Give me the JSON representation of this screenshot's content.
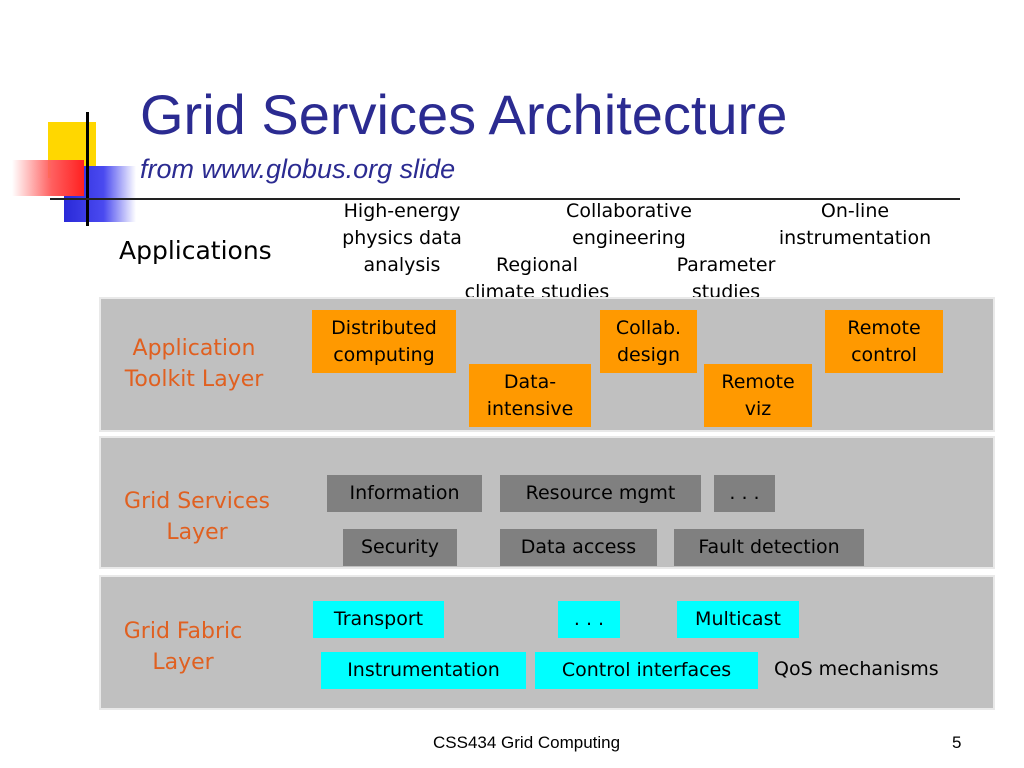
{
  "slide": {
    "title": "Grid Services Architecture",
    "subtitle": "from www.globus.org slide",
    "footer": "CSS434 Grid Computing",
    "page_number": "5"
  },
  "applications": {
    "label": "Applications",
    "items": [
      "High-energy\nphysics data\nanalysis",
      "Collaborative\nengineering",
      "On-line\ninstrumentation",
      "Regional\nclimate studies",
      "Parameter\nstudies"
    ]
  },
  "toolkit_layer": {
    "label": "Application\nToolkit Layer",
    "boxes": [
      "Distributed\ncomputing",
      "Collab.\ndesign",
      "Remote\ncontrol",
      "Data-\nintensive",
      "Remote\nviz"
    ]
  },
  "services_layer": {
    "label": "Grid Services\nLayer",
    "boxes": [
      "Information",
      "Resource mgmt",
      ". . .",
      "Security",
      "Data access",
      "Fault detection"
    ]
  },
  "fabric_layer": {
    "label": "Grid Fabric\nLayer",
    "boxes": [
      "Transport",
      ". . .",
      "Multicast",
      "Instrumentation",
      "Control interfaces"
    ],
    "plain": "QoS mechanisms"
  },
  "colors": {
    "title": "#2b2b91",
    "layer_label": "#e06020",
    "toolkit_box": "#ff9900",
    "service_box": "#808080",
    "fabric_box": "#00ffff",
    "layer_bg": "#c0c0c0"
  }
}
